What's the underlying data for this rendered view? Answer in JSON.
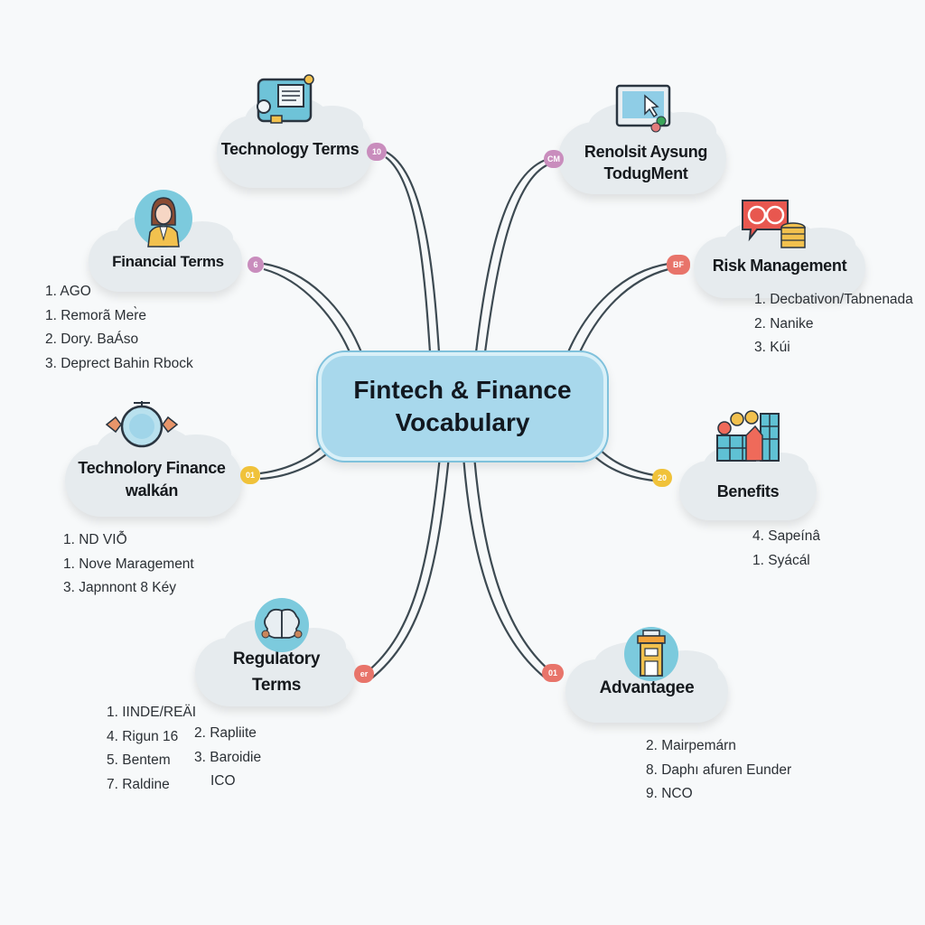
{
  "central": {
    "title_line1": "Fintech & Finance",
    "title_line2": "Vocabulary"
  },
  "colors": {
    "background": "#f7f9fa",
    "central_fill": "#a8d8ec",
    "cloud_fill": "#e6ebee",
    "connector": "#3d4a52",
    "badge_pink": "#c98dbd",
    "badge_red": "#e8746a",
    "badge_yellow": "#f0c23a"
  },
  "nodes": {
    "technology_terms": {
      "title": "Technology Terms",
      "badge": "10",
      "icon": "computer-document-icon"
    },
    "reporting_management": {
      "title_line1": "Renolsit Aysung",
      "title_line2": "TodugMent",
      "badge": "CM",
      "icon": "monitor-cursor-icon"
    },
    "financial_terms": {
      "title": "Financial Terms",
      "badge": "6",
      "icon": "businesswoman-avatar-icon",
      "items": [
        "1. AGO",
        "1. Remorã Mer̀e",
        "2. Dory. BaÁso",
        "3. Deprect Bahin Rbock"
      ]
    },
    "risk_management": {
      "title": "Risk Management",
      "badge": "BF",
      "icon": "chat-coins-icon",
      "items": [
        "1. Decbativon/Tabnenada",
        "2. Nanike",
        "3. Kúi"
      ]
    },
    "technology_finance": {
      "title_line1": "Technolory Finance",
      "title_line2": "walkán",
      "badge": "01",
      "icon": "globe-gears-icon",
      "items": [
        "1. ND VIỖ",
        "1. Nove Maragement",
        "3. Japnnont 8 Kéy"
      ]
    },
    "benefits": {
      "title": "Benefits",
      "badge": "20",
      "icon": "buildings-people-icon",
      "items": [
        "4. Sapeínâ",
        "1. Syácál"
      ]
    },
    "regulatory_terms": {
      "title_line1": "Regulatory",
      "title_line2": "Terms",
      "badge": "er",
      "icon": "brain-icon",
      "items_col1": [
        "1. IINDE/REÄI",
        "4. Rigun 16",
        "5. Bentem",
        "7. Raldine"
      ],
      "items_col2": [
        "2. Rapliite",
        "3. Baroidie",
        "ICO"
      ]
    },
    "advantages": {
      "title": "Advantagee",
      "badge": "01",
      "icon": "building-icon",
      "items": [
        "2. Mairpemárn",
        "8. Daphı afuren Eunder",
        "9. NCO"
      ]
    }
  }
}
